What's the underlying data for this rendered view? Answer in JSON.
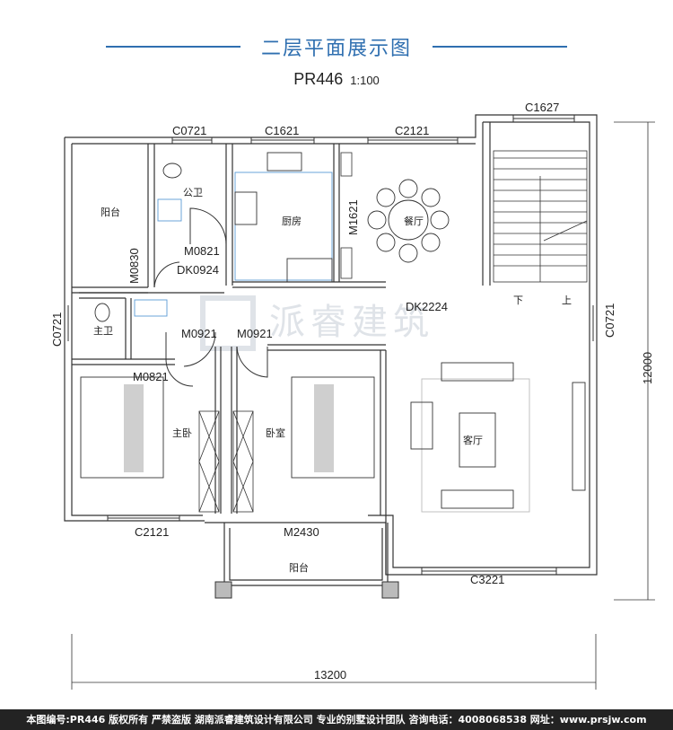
{
  "header": {
    "title": "二层平面展示图",
    "plan_code": "PR446",
    "scale": "1:100"
  },
  "rooms": {
    "balcony_west": "阳台",
    "public_bath": "公卫",
    "kitchen": "厨房",
    "dining": "餐厅",
    "master_bath": "主卫",
    "master_bed": "主卧",
    "bedroom": "卧室",
    "living": "客厅",
    "balcony_south": "阳台"
  },
  "labels": {
    "c0721_top": "C0721",
    "c1621": "C1621",
    "c2121_top": "C2121",
    "c1627": "C1627",
    "m0821_a": "M0821",
    "dk0924": "DK0924",
    "m0830": "M0830",
    "m1621": "M1621",
    "dk2224": "DK2224",
    "c0721_left": "C0721",
    "c0721_right": "C0721",
    "m0921_a": "M0921",
    "m0921_b": "M0921",
    "m0821_b": "M0821",
    "c2121_bottom": "C2121",
    "m2430": "M2430",
    "c3221": "C3221",
    "stair_down": "下",
    "stair_up": "上"
  },
  "dimensions": {
    "width": "13200",
    "height": "12000"
  },
  "watermark": "派睿建筑",
  "footer": "本图编号:PR446 版权所有 严禁盗版 湖南派睿建筑设计有限公司 专业的别墅设计团队 咨询电话：4008068538 网址：www.prsjw.com"
}
